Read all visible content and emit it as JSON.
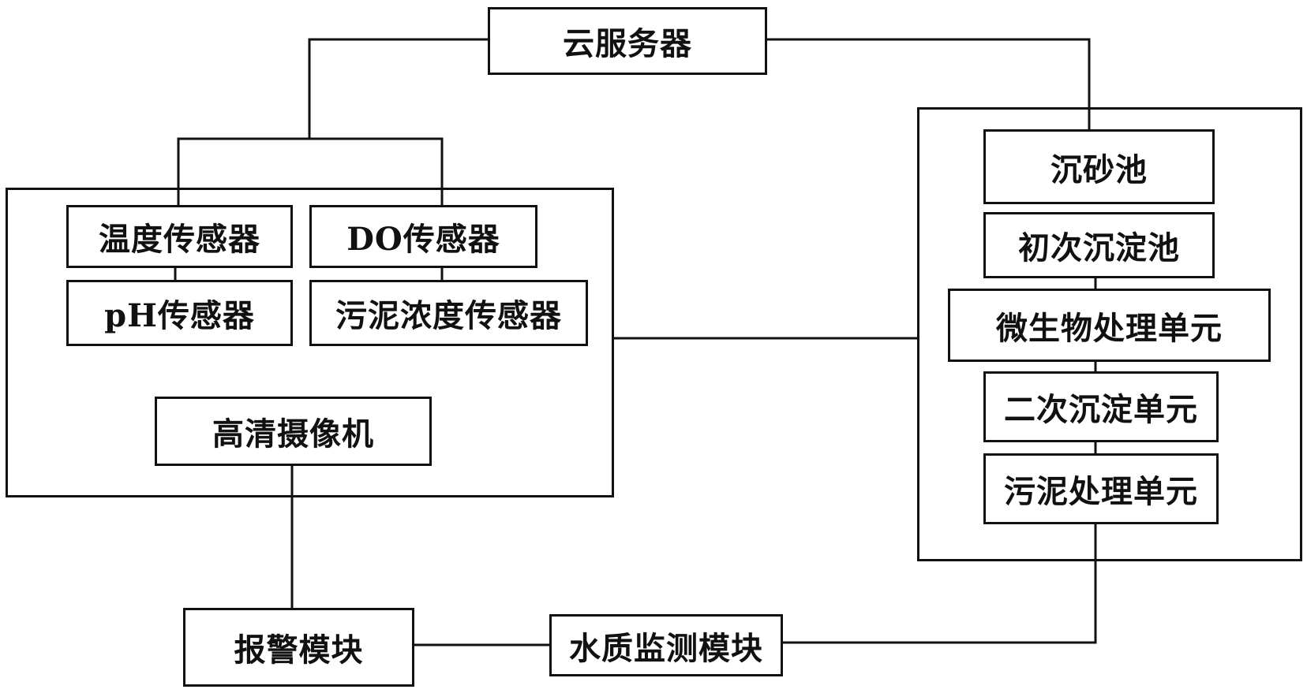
{
  "nodes": {
    "cloud_server": "云服务器",
    "temperature_sensor": "温度传感器",
    "do_sensor": "DO传感器",
    "ph_sensor": "pH传感器",
    "sludge_concentration_sensor": "污泥浓度传感器",
    "hd_camera": "高清摄像机",
    "grit_chamber": "沉砂池",
    "primary_sedimentation_tank": "初次沉淀池",
    "microbial_treatment_unit": "微生物处理单元",
    "secondary_sedimentation_unit": "二次沉淀单元",
    "sludge_treatment_unit": "污泥处理单元",
    "alarm_module": "报警模块",
    "water_quality_monitoring_module": "水质监测模块"
  }
}
